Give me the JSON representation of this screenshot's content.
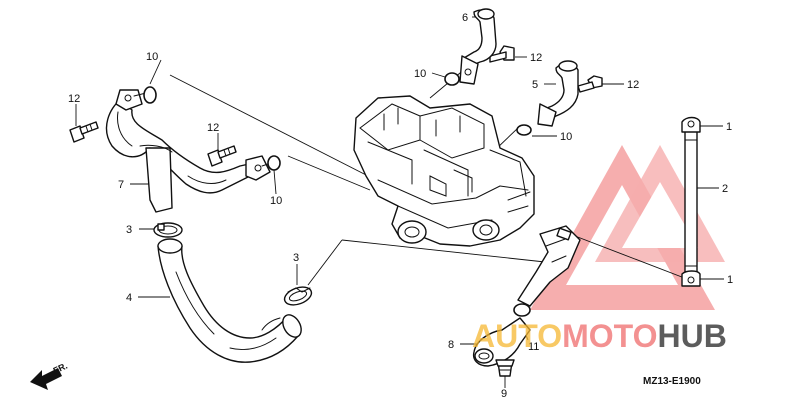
{
  "diagram_code": "MZ13-E1900",
  "direction_label": "FR.",
  "watermark": {
    "part1": "AUTO",
    "part2": "MOTO",
    "part3": "HUB",
    "color1": "#F5B731",
    "color2": "#EF6C6C",
    "color3": "#333333"
  },
  "callouts": {
    "c1_top": "1",
    "c1_bottom": "1",
    "c2": "2",
    "c3_left": "3",
    "c3_mid": "3",
    "c4": "4",
    "c5": "5",
    "c6": "6",
    "c7": "7",
    "c8": "8",
    "c9": "9",
    "c10_upper_left": "10",
    "c10_left_mid": "10",
    "c10_center_upper": "10",
    "c10_right": "10",
    "c11": "11",
    "c12_left": "12",
    "c12_left_mid": "12",
    "c12_top": "12",
    "c12_right": "12"
  }
}
